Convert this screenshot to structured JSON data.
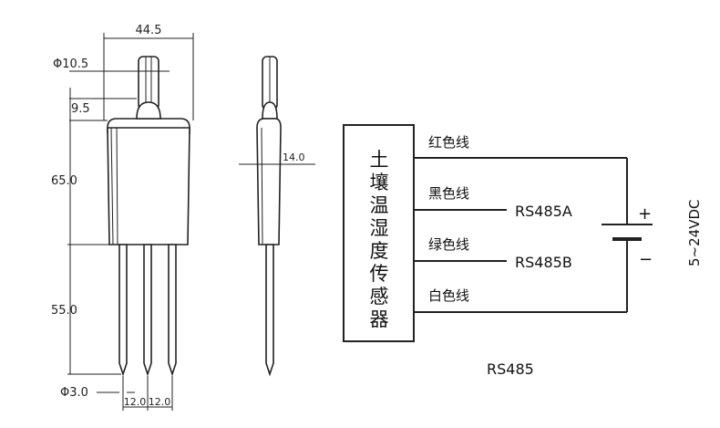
{
  "drawing": {
    "dimensions": {
      "width_total": "44.5",
      "cable_diameter": "Φ10.5",
      "cap_height": "9.5",
      "body_height": "65.0",
      "probe_length": "55.0",
      "probe_diameter": "Φ3.0",
      "probe_spacing_left": "12.0",
      "probe_spacing_right": "12.0",
      "thickness": "14.0"
    }
  },
  "wiring": {
    "sensor_title": [
      "土",
      "壤",
      "温",
      "湿",
      "度",
      "传",
      "感",
      "器"
    ],
    "wires": [
      {
        "color_label": "红色线"
      },
      {
        "color_label": "黑色线",
        "signal": "RS485A"
      },
      {
        "color_label": "绿色线",
        "signal": "RS485B"
      },
      {
        "color_label": "白色线"
      }
    ],
    "power_plus": "+",
    "power_minus": "−",
    "voltage": "5~24VDC",
    "caption": "RS485"
  }
}
